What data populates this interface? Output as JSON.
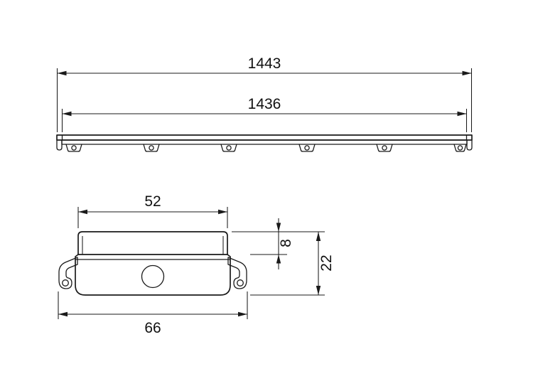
{
  "canvas": {
    "background": "#ffffff",
    "line_color": "#1a1a1a",
    "text_color": "#111111"
  },
  "views": {
    "side_elevation": {
      "dims": {
        "overall_length": "1443",
        "inner_length": "1436"
      }
    },
    "cross_section": {
      "dims": {
        "cover_width": "52",
        "cover_height": "8",
        "total_height": "22",
        "base_width": "66"
      }
    }
  }
}
